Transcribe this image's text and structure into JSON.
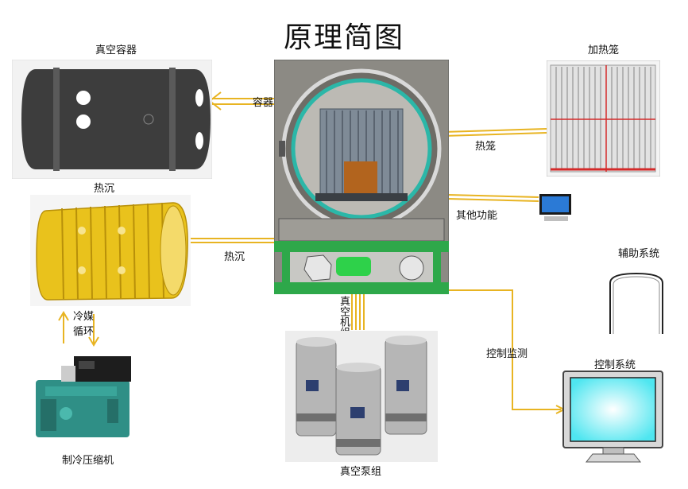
{
  "title": "原理简图",
  "labels": {
    "vacuum_vessel_top": "真空容器",
    "heat_sink_top": "热沉",
    "heater_cage_top": "加热笼",
    "container_arrow": "容器",
    "heater_cage_arrow": "热笼",
    "other_functions": "其他功能",
    "heat_sink_arrow": "热沉",
    "coolant_line1": "冷媒",
    "coolant_line2": "循环",
    "vacuum_unit": "真空机组",
    "control_monitor": "控制监测",
    "aux_system": "辅助系统",
    "control_system": "控制系统",
    "compressor": "制冷压缩机",
    "vacuum_pumps": "真空泵组"
  },
  "colors": {
    "line": "#e8b422",
    "vessel_dark": "#3d3d3d",
    "sink_gold": "#e9c21c",
    "chamber_gray": "#8c8a84",
    "cabinet_green": "#2ea84a",
    "monitor_cyan": "#4fe6f0",
    "cage_red": "#d42a2a",
    "compressor_teal": "#2f8f86"
  }
}
